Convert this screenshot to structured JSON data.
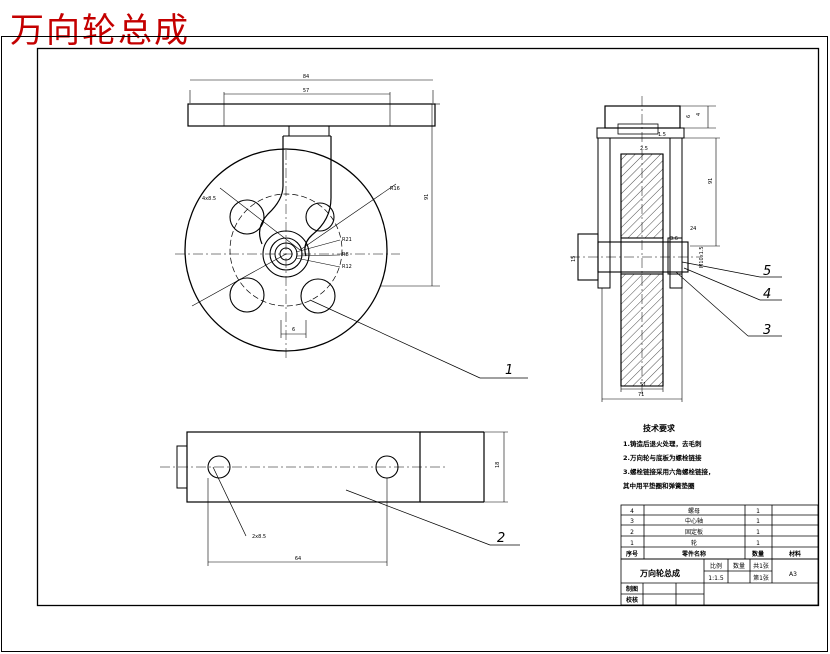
{
  "title": "万向轮总成",
  "callouts": [
    "1",
    "2",
    "3",
    "4",
    "5"
  ],
  "tech_requirements": {
    "heading": "技术要求",
    "items": [
      "1.铸造后退火处理，去毛刺",
      "2.万向轮与底板为螺栓链接",
      "3.螺栓链接采用六角螺栓链接，",
      "其中用平垫圈和弹簧垫圈"
    ]
  },
  "parts_list": {
    "header": [
      "序号",
      "零件名称",
      "数量",
      "材料"
    ],
    "rows": [
      [
        "4",
        "螺母",
        "1",
        ""
      ],
      [
        "3",
        "中心轴",
        "1",
        ""
      ],
      [
        "2",
        "固定板",
        "1",
        ""
      ],
      [
        "1",
        "轮",
        "1",
        ""
      ]
    ]
  },
  "title_block": {
    "name": "万向轮总成",
    "scale_label": "比例",
    "scale_value": "1:1.5",
    "count_label": "数量",
    "sheet_label": "共1张",
    "sheet_no": "第1张",
    "material": "A3",
    "drawn_by": "制图",
    "checked_by": "校核"
  },
  "dimensions": {
    "front_top_width": "84",
    "front_inner_width": "57",
    "front_height": "91",
    "front_holes": "4x8.5",
    "front_r1": "R16",
    "front_r2": "R21",
    "front_r3": "R8",
    "front_r4": "R12",
    "front_bottom": "6",
    "side_total_width": "71",
    "side_wheel_width": "51",
    "side_top_h": "6",
    "side_gap": "4",
    "side_height": "91",
    "side_axle": "15",
    "side_hub": "24",
    "side_nut": "3.6",
    "side_thread": "M10x1.5",
    "side_small": "2.5",
    "side_small2": "1.5",
    "plan_hole": "2x8.5",
    "plan_span": "64",
    "plan_height": "18"
  }
}
